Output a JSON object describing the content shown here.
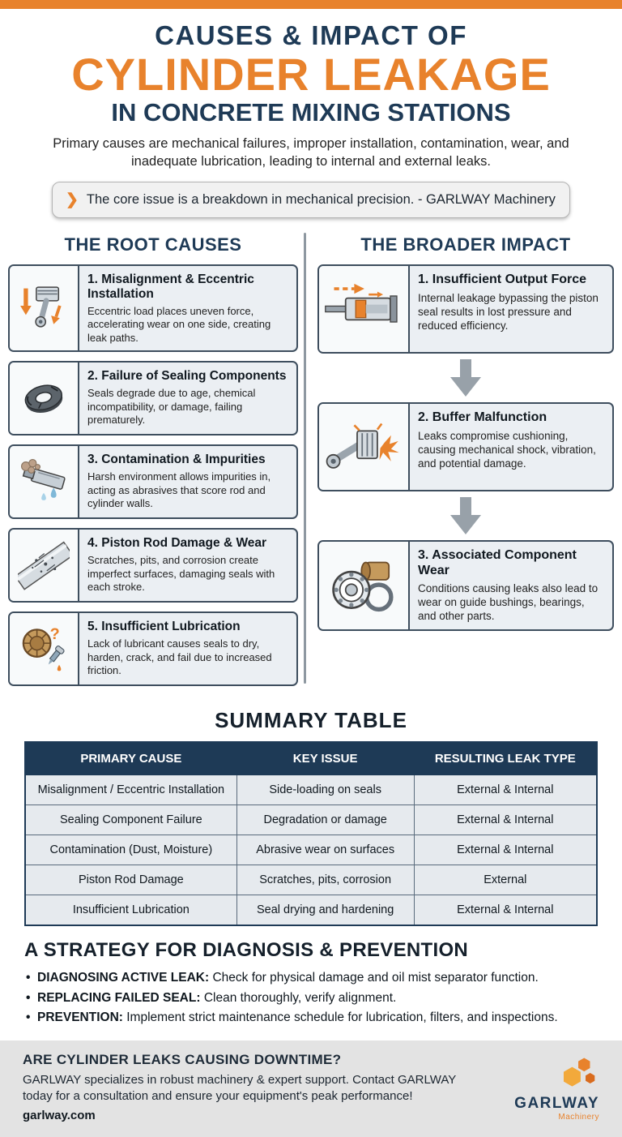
{
  "meta": {
    "accent_orange": "#E8822C",
    "navy": "#1E3A56",
    "card_border": "#3E4E5E"
  },
  "glyphs": {
    "quote_chevron": "❯",
    "bullet": "•",
    "question_mark": "?"
  },
  "header": {
    "title_line1": "CAUSES & IMPACT OF",
    "title_line2": "CYLINDER LEAKAGE",
    "title_line3": "IN CONCRETE MIXING STATIONS",
    "subtitle": "Primary causes are mechanical failures, improper installation, contamination, wear, and inadequate lubrication, leading to internal and external leaks.",
    "quote": "The core issue is a breakdown in mechanical precision. - GARLWAY Machinery"
  },
  "root_causes": {
    "heading": "THE ROOT CAUSES",
    "items": [
      {
        "icon": "piston-misalignment-icon",
        "title": "1. Misalignment & Eccentric Installation",
        "text": "Eccentric load places uneven force, accelerating wear on one side, creating leak paths."
      },
      {
        "icon": "seal-ring-icon",
        "title": "2. Failure of Sealing Components",
        "text": "Seals degrade due to age, chemical incompatibility, or damage, failing prematurely."
      },
      {
        "icon": "contamination-icon",
        "title": "3. Contamination & Impurities",
        "text": "Harsh environment allows impurities in, acting as abrasives that score rod and cylinder walls."
      },
      {
        "icon": "rod-damage-icon",
        "title": "4. Piston Rod Damage & Wear",
        "text": "Scratches, pits, and corrosion create imperfect surfaces, damaging seals with each stroke."
      },
      {
        "icon": "lubrication-icon",
        "title": "5. Insufficient Lubrication",
        "text": "Lack of lubricant causes seals to dry, harden, crack, and fail due to increased friction."
      }
    ]
  },
  "impacts": {
    "heading": "THE BROADER IMPACT",
    "items": [
      {
        "icon": "cylinder-output-icon",
        "title": "1. Insufficient Output Force",
        "text": "Internal leakage bypassing the piston seal results in lost pressure and reduced efficiency."
      },
      {
        "icon": "buffer-shock-icon",
        "title": "2. Buffer Malfunction",
        "text": "Leaks compromise cushioning, causing mechanical shock, vibration, and potential damage."
      },
      {
        "icon": "bearing-wear-icon",
        "title": "3. Associated Component Wear",
        "text": "Conditions causing leaks also lead to wear on guide bushings, bearings, and other parts."
      }
    ]
  },
  "summary_table": {
    "heading": "SUMMARY TABLE",
    "columns": [
      "PRIMARY CAUSE",
      "KEY ISSUE",
      "RESULTING LEAK TYPE"
    ],
    "rows": [
      {
        "cause": "Misalignment / Eccentric Installation",
        "issue": "Side-loading on seals",
        "leak": "External & Internal"
      },
      {
        "cause": "Sealing Component Failure",
        "issue": "Degradation or damage",
        "leak": "External & Internal"
      },
      {
        "cause": "Contamination (Dust, Moisture)",
        "issue": "Abrasive wear on surfaces",
        "leak": "External & Internal"
      },
      {
        "cause": "Piston Rod Damage",
        "issue": "Scratches, pits, corrosion",
        "leak": "External"
      },
      {
        "cause": "Insufficient Lubrication",
        "issue": "Seal drying and hardening",
        "leak": "External & Internal"
      }
    ]
  },
  "strategy": {
    "heading": "A STRATEGY FOR DIAGNOSIS & PREVENTION",
    "bullets": [
      {
        "label": "DIAGNOSING ACTIVE LEAK:",
        "text": " Check for physical damage and oil mist separator function."
      },
      {
        "label": "REPLACING FAILED SEAL:",
        "text": " Clean thoroughly, verify alignment."
      },
      {
        "label": "PREVENTION:",
        "text": " Implement strict maintenance schedule for lubrication, filters, and inspections."
      }
    ]
  },
  "footer": {
    "heading": "ARE CYLINDER LEAKS CAUSING DOWNTIME?",
    "text": "GARLWAY specializes in robust machinery & expert support. Contact GARLWAY today for a consultation and ensure your equipment's peak performance!",
    "website": "garlway.com",
    "brand": "GARLWAY",
    "brand_sub": "Machinery"
  }
}
